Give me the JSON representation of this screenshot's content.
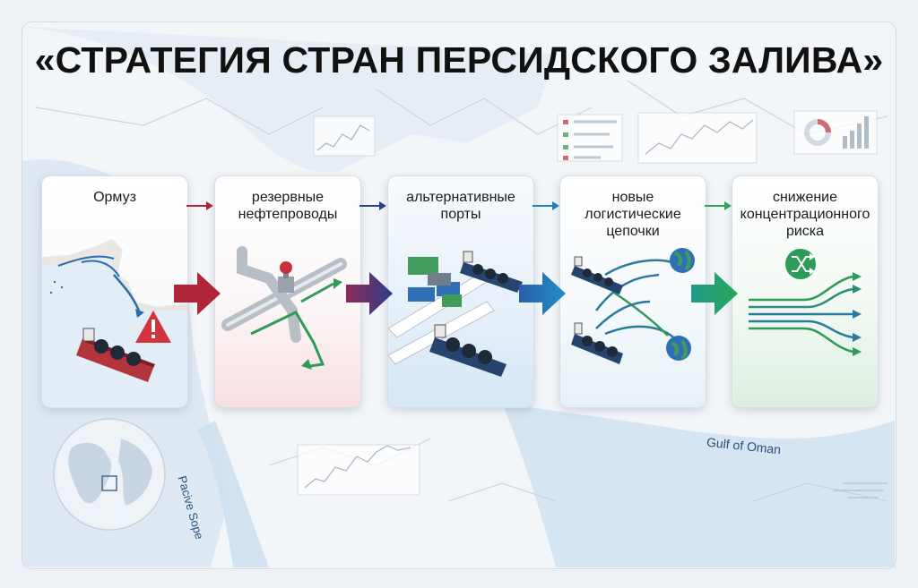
{
  "title": "«СТРАТЕГИЯ СТРАН ПЕРСИДСКОГО ЗАЛИВА»",
  "steps": [
    {
      "label": "Ормуз",
      "accent": "#b0253a"
    },
    {
      "label": "резервные\nнефтепроводы",
      "accent": "#b43a5a"
    },
    {
      "label": "альтернативные\nпорты",
      "accent": "#3c4fa8"
    },
    {
      "label": "новые\nлогистические\nцепочки",
      "accent": "#1f7fc0"
    },
    {
      "label": "снижение\nконцентрационного\nриска",
      "accent": "#2aa55b"
    }
  ],
  "map_labels": {
    "gulf": "Gulf of Oman",
    "pacific": "Pacive Sope"
  },
  "icons": [
    "warning-icon",
    "pipeline-valve-icon",
    "container-stack-icon",
    "tanker-icon",
    "globe-icon",
    "shuffle-icon"
  ]
}
